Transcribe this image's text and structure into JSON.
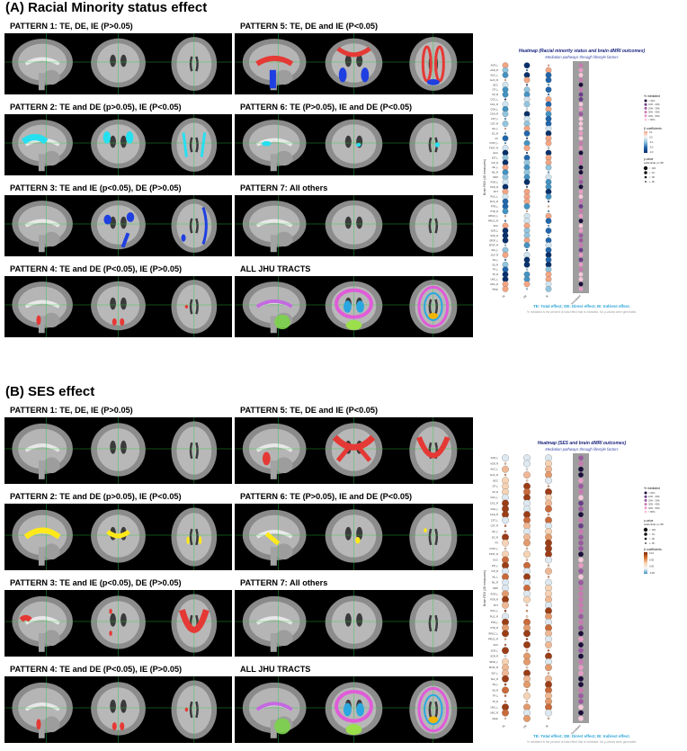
{
  "figure": {
    "panel_a_title": "(A) Racial Minority status effect",
    "panel_b_title": "(B) SES effect"
  },
  "panel_a": {
    "patterns": [
      {
        "label": "PATTERN 1: TE, DE, IE (P>0.05)",
        "overlay": "none",
        "color": "#ffffff"
      },
      {
        "label": "PATTERN 5: TE, DE and IE (P<0.05)",
        "overlay": "red-blue",
        "color": "#e53935"
      },
      {
        "label": "PATTERN 2: TE and DE (p>0.05), IE (P<0.05)",
        "overlay": "cyan",
        "color": "#26e0f0"
      },
      {
        "label": "PATTERN 6: TE (P>0.05), IE and DE (P<0.05)",
        "overlay": "cyan-faint",
        "color": "#26e0f0"
      },
      {
        "label": "PATTERN 3: TE and IE (p<0.05), DE (P>0.05)",
        "overlay": "blue",
        "color": "#1f3fe0"
      },
      {
        "label": "PATTERN 7: All others",
        "overlay": "none",
        "color": "#ffffff"
      },
      {
        "label": "PATTERN 4: TE and DE (P<0.05), IE (P>0.05)",
        "overlay": "red-small",
        "color": "#e53935"
      },
      {
        "label": "ALL JHU TRACTS",
        "overlay": "jhu",
        "color": "#7cd34a"
      }
    ],
    "heatmap": {
      "title": "Heatmap (Racial minority status and brain dMRI outcomes)",
      "subtitle": "Mediation pathways through lifestyle factors",
      "y_axis_label": "Brain ROI (48 measures)",
      "columns": [
        "TE",
        "DE",
        "IE",
        "%mediated"
      ],
      "footer": "TE: Total effect; DE: Direct effect; IE: Indirect effect.",
      "footnote": "% mediated is the percent of total effect that is mediated. No p-values were generated.",
      "legend_pct_title": "% mediated",
      "legend_pct_items": [
        "< 10%",
        "10% - 20%",
        "20% - 30%",
        "30% - 40%",
        "40% - 50%",
        "> 50%"
      ],
      "legend_beta_title": "β coefficients",
      "legend_beta_ticks": [
        "0.1",
        "0.0",
        "-0.1",
        "-0.2",
        "-0.3"
      ],
      "legend_p_title": "p-value",
      "legend_p_subtitle": "solid circle: p<.05",
      "legend_p_items": [
        "< .001",
        "< .01",
        "< .05",
        "≥ .05"
      ],
      "palette": "blue"
    }
  },
  "panel_b": {
    "patterns": [
      {
        "label": "PATTERN 1: TE, DE, IE (P>0.05)",
        "overlay": "none",
        "color": "#ffffff"
      },
      {
        "label": "PATTERN 5: TE, DE and IE (P<0.05)",
        "overlay": "red-big",
        "color": "#e53935"
      },
      {
        "label": "PATTERN 2: TE and DE (p>0.05), IE (P<0.05)",
        "overlay": "yellow",
        "color": "#ffe81a"
      },
      {
        "label": "PATTERN 6: TE (P>0.05), IE and DE (P<0.05)",
        "overlay": "yellow-small",
        "color": "#ffe81a"
      },
      {
        "label": "PATTERN 3: TE and IE (p<0.05), DE (P>0.05)",
        "overlay": "red-mid",
        "color": "#e53935"
      },
      {
        "label": "PATTERN 7: All others",
        "overlay": "none",
        "color": "#ffffff"
      },
      {
        "label": "PATTERN 4: TE and DE (P<0.05), IE (P>0.05)",
        "overlay": "red-small",
        "color": "#e53935"
      },
      {
        "label": "ALL JHU TRACTS",
        "overlay": "jhu",
        "color": "#7cd34a"
      }
    ],
    "heatmap": {
      "title": "Heatmap (SES and brain dMRI outcomes)",
      "subtitle": "Mediation pathways through lifestyle factors",
      "y_axis_label": "Brain ROI (48 measures)",
      "columns": [
        "TE",
        "DE",
        "IE",
        "%mediated"
      ],
      "footer": "TE: Total effect; DE: Direct effect; IE: Indirect effect.",
      "footnote": "% mediated is the percent of total effect that is mediated. No p-values were generated.",
      "legend_pct_title": "% mediated",
      "legend_pct_items": [
        "< 10%",
        "10% - 20%",
        "20% - 30%",
        "30% - 40%",
        "40% - 50%",
        "> 50%"
      ],
      "legend_beta_title": "β coefficients",
      "legend_beta_ticks": [
        "0.10",
        "0.05",
        "0.00",
        "-0.05"
      ],
      "legend_p_title": "p-value",
      "legend_p_subtitle": "solid circle: p<.05",
      "legend_p_items": [
        "< .001",
        "< .01",
        "< .05",
        "≥ .05"
      ],
      "palette": "brown"
    }
  },
  "roi_labels": [
    "ACR_L",
    "ACR_R",
    "ALIC_L",
    "ALIC_R",
    "BCC",
    "CP_L",
    "CP_R",
    "CGC_L",
    "CGC_R",
    "CGH_L",
    "CGH_R",
    "CST_L",
    "CST_R",
    "EC_L",
    "EC_R",
    "FX",
    "FXST_L",
    "FXST_R",
    "GCC",
    "ICP_L",
    "ICP_R",
    "ML_L",
    "ML_R",
    "MCP",
    "PCR_L",
    "PCR_R",
    "PCT",
    "PLIC_L",
    "PLIC_R",
    "PTR_L",
    "PTR_R",
    "RPLIC_L",
    "RPLIC_R",
    "SCC",
    "SCR_L",
    "SCR_R",
    "SFOF_L",
    "SFOF_R",
    "SLF_L",
    "SLF_R",
    "SS_L",
    "SS_R",
    "TP_L",
    "TP_R",
    "UNC_L",
    "UNC_R",
    "Mean"
  ]
}
